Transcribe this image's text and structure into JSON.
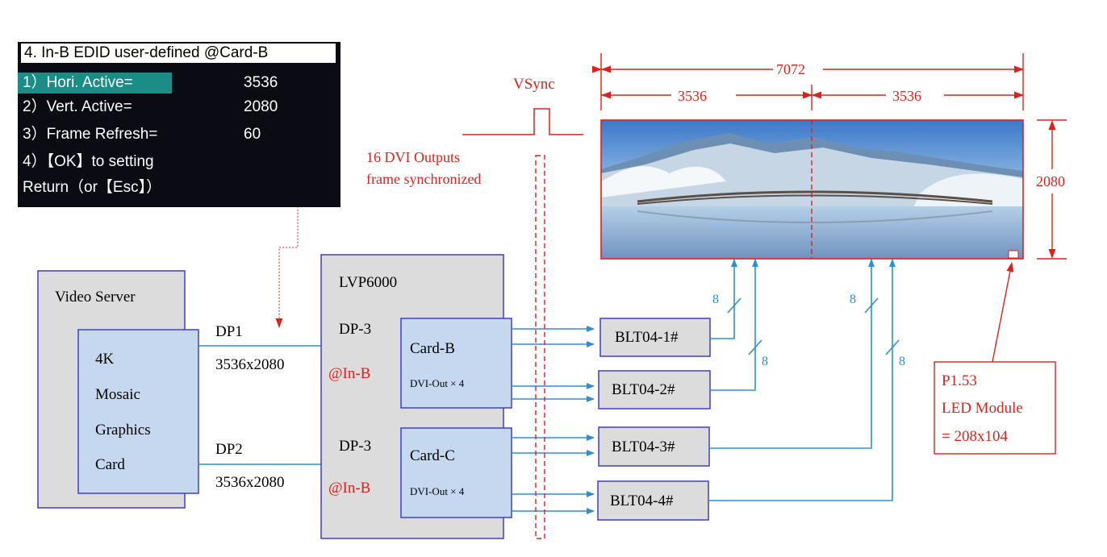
{
  "osd": {
    "title": "4.   In-B EDID user-defined @Card-B",
    "items": [
      {
        "label": "1）Hori. Active=",
        "value": "3536"
      },
      {
        "label": "2）Vert. Active=",
        "value": "2080"
      },
      {
        "label": "3）Frame Refresh=",
        "value": "60"
      },
      {
        "label": "4）【OK】to setting",
        "value": ""
      },
      {
        "label": "Return（or【Esc】）",
        "value": ""
      }
    ]
  },
  "video_server": {
    "title": "Video Server",
    "card_lines": [
      "4K",
      "Mosaic",
      "Graphics",
      "Card"
    ]
  },
  "links": {
    "dp1": "DP1",
    "dp1_res": "3536x2080",
    "dp2": "DP2",
    "dp2_res": "3536x2080"
  },
  "processor": {
    "title": "LVP6000",
    "port_b": "DP-3",
    "input_b": "@In-B",
    "port_c": "DP-3",
    "input_c": "@In-B",
    "card_b": "Card-B",
    "card_b_out": "DVI-Out × 4",
    "card_c": "Card-C",
    "card_c_out": "DVI-Out × 4"
  },
  "receivers": [
    "BLT04-1#",
    "BLT04-2#",
    "BLT04-3#",
    "BLT04-4#"
  ],
  "sync": {
    "vsync": "VSync",
    "note_line1": "16  DVI Outputs",
    "note_line2": "frame synchronized"
  },
  "dims": {
    "total_width": "7072",
    "half_left": "3536",
    "half_right": "3536",
    "height": "2080"
  },
  "bus_labels": [
    "8",
    "8",
    "8",
    "8"
  ],
  "module": {
    "line1": "P1.53",
    "line2": "LED Module",
    "line3": "= 208x104"
  },
  "colors": {
    "box_border": "#3f3fcf",
    "box_fill": "#dcdcdc",
    "card_fill": "#c6d8f0",
    "arrow_blue": "#2f8fd6",
    "red": "#e0201a",
    "osd_bg": "#0b0b14",
    "osd_highlight": "#1c8c86"
  }
}
